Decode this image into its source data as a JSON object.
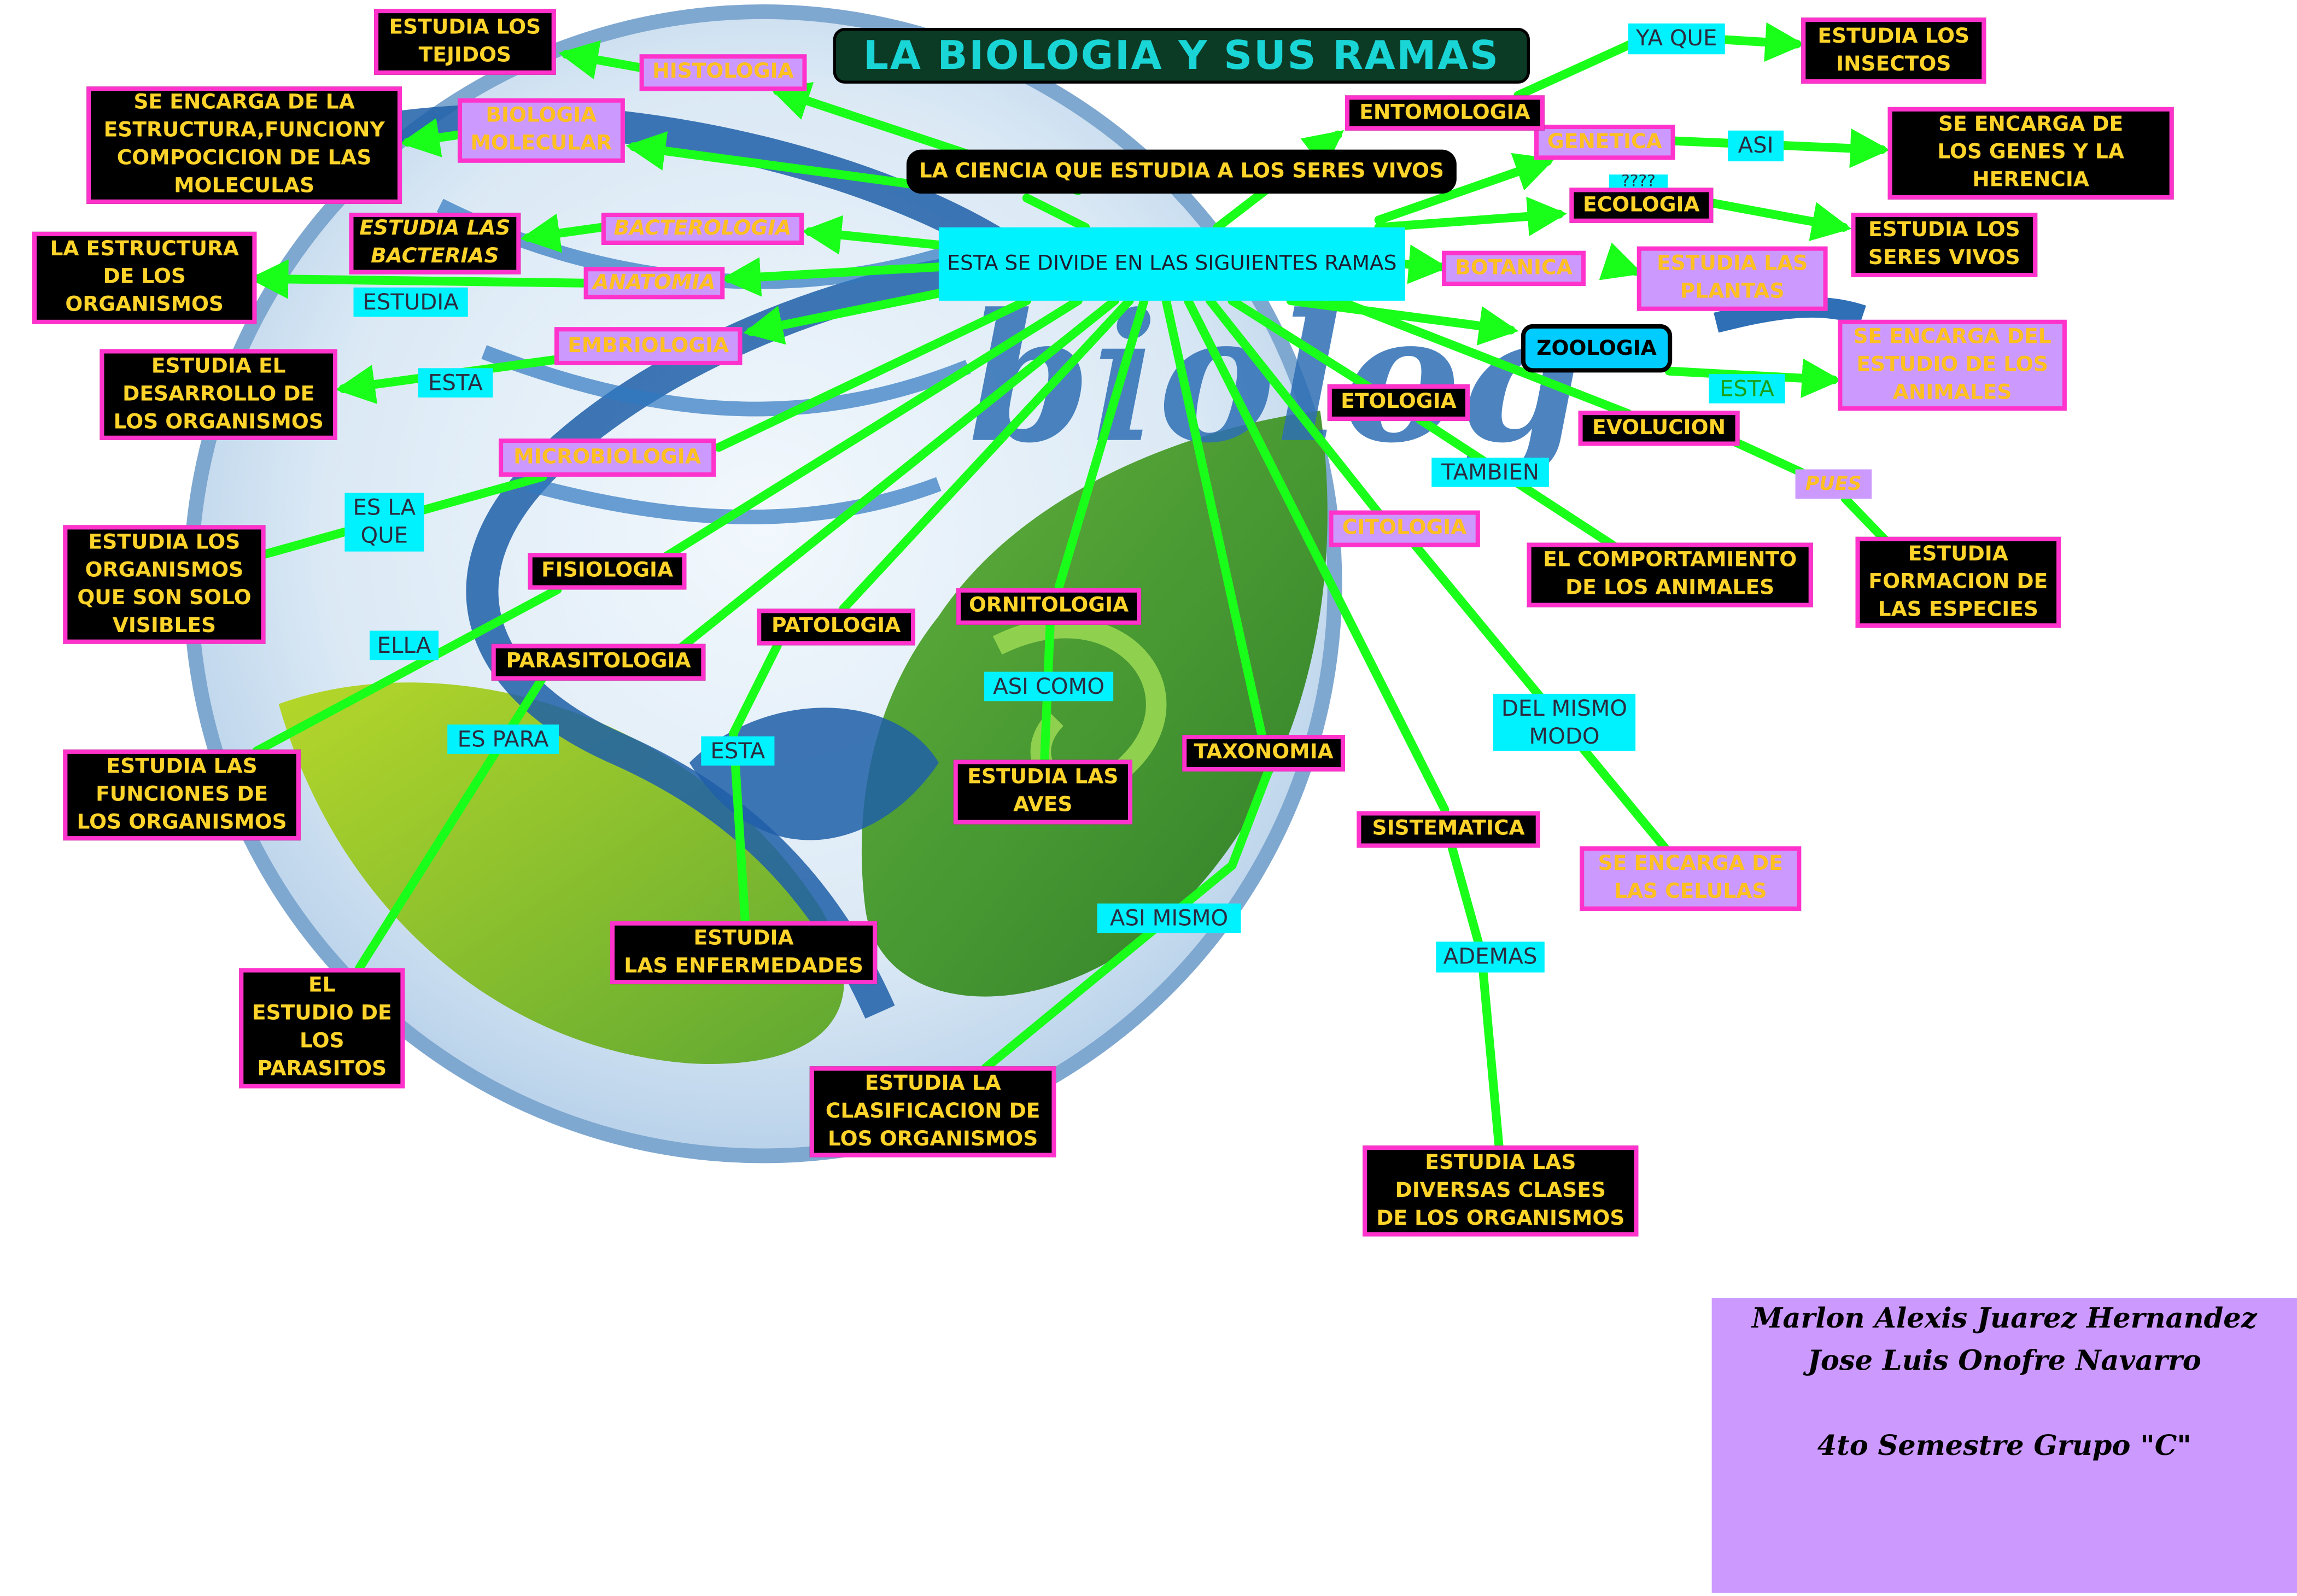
{
  "title": "LA BIOLOGIA Y SUS RAMAS",
  "definition": "LA CIENCIA QUE ESTUDIA A LOS SERES VIVOS",
  "center": "ESTA SE DIVIDE EN LAS SIGUIENTES RAMAS",
  "branches": {
    "histologia": "HISTOLOGIA",
    "biologia_molecular": "BIOLOGIA\nMOLECULAR",
    "bacteriologia": "BACTEROLOGIA",
    "anatomia": "ANATOMIA",
    "embriologia": "EMBRIOLOGIA",
    "microbiologia": "MICROBIOLOGIA",
    "fisiologia": "FISIOLOGIA",
    "parasitologia": "PARASITOLOGIA",
    "patologia": "PATOLOGIA",
    "ornitologia": "ORNITOLOGIA",
    "taxonomia": "TAXONOMIA",
    "sistematica": "SISTEMATICA",
    "citologia": "CITOLOGIA",
    "etologia": "ETOLOGIA",
    "evolucion": "EVOLUCION",
    "zoologia": "ZOOLOGIA",
    "botanica": "BOTANICA",
    "ecologia": "ECOLOGIA",
    "genetica": "GENETICA",
    "entomologia": "ENTOMOLOGIA"
  },
  "definitions": {
    "histologia": "ESTUDIA LOS\nTEJIDOS",
    "biologia_molecular": "SE ENCARGA DE LA\nESTRUCTURA,FUNCIONY\nCOMPOCICION DE LAS\nMOLECULAS",
    "bacteriologia": "ESTUDIA LAS\nBACTERIAS",
    "anatomia": "LA ESTRUCTURA\nDE LOS\nORGANISMOS",
    "embriologia": "ESTUDIA EL\nDESARROLLO DE\nLOS ORGANISMOS",
    "microbiologia": "ESTUDIA LOS\nORGANISMOS\nQUE SON SOLO\nVISIBLES",
    "fisiologia": "ESTUDIA LAS\nFUNCIONES DE\nLOS ORGANISMOS",
    "parasitologia": "EL\nESTUDIO DE\nLOS\nPARASITOS",
    "patologia": "ESTUDIA\nLAS ENFERMEDADES",
    "ornitologia": "ESTUDIA LAS\nAVES",
    "taxonomia": "ESTUDIA LA\nCLASIFICACION DE\nLOS ORGANISMOS",
    "sistematica": "ESTUDIA LAS\nDIVERSAS CLASES\nDE LOS ORGANISMOS",
    "citologia": "SE ENCARGA DE\nLAS CELULAS",
    "etologia": "EL COMPORTAMIENTO\nDE LOS ANIMALES",
    "evolucion": "ESTUDIA\nFORMACION DE\nLAS ESPECIES",
    "zoologia": "SE ENCARGA DEL\nESTUDIO DE LOS\nANIMALES",
    "botanica": "ESTUDIA LAS\nPLANTAS",
    "ecologia": "ESTUDIA LOS\nSERES VIVOS",
    "genetica": "SE ENCARGA DE\nLOS GENES Y LA\nHERENCIA",
    "entomologia": "ESTUDIA LOS\nINSECTOS"
  },
  "links": {
    "anatomia": "ESTUDIA",
    "embriologia": "ESTA",
    "microbiologia": "ES LA\nQUE",
    "fisiologia": "ELLA",
    "parasitologia": "ES PARA",
    "patologia": "ESTA",
    "ornitologia": "ASI COMO",
    "taxonomia": "ASI MISMO",
    "sistematica": "ADEMAS",
    "citologia": "DEL MISMO\nMODO",
    "etologia": "TAMBIEN",
    "evolucion": "PUES",
    "zoologia": "ESTA",
    "genetica": "ASI",
    "entomologia": "YA QUE",
    "ecologia": "????"
  },
  "credits": "Marlon Alexis Juarez Hernandez\nJose Luis Onofre Navarro\n\n4to Semestre Grupo \"C\"",
  "colors": {
    "connector": "#1aff1a",
    "box_dark": "#000000",
    "box_border": "#ff33cc",
    "box_pink": "#cc99ff",
    "text_gold": "#ffd42a",
    "link_cyan": "#00f2ff",
    "title_bg": "#0c3b25",
    "title_text": "#19d5d5"
  }
}
